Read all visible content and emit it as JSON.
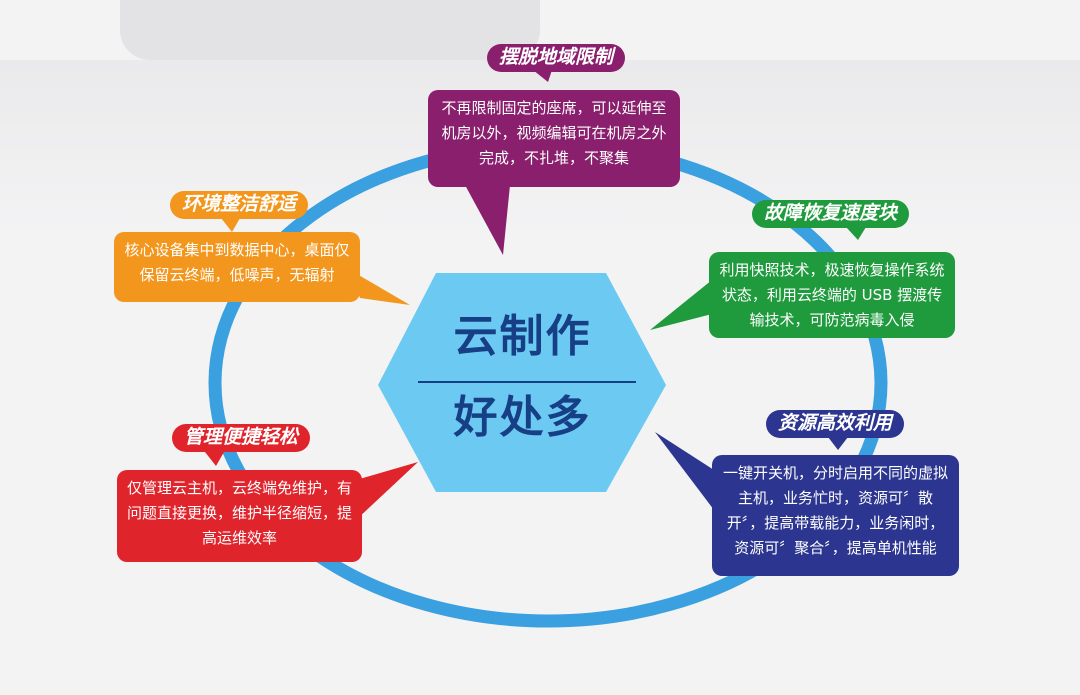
{
  "center": {
    "line1": "云制作",
    "line2": "好处多"
  },
  "colors": {
    "ring": "#3aa0e0",
    "hexagon": "#6ccaf2",
    "center_text": "#173f86",
    "purple": "#8a1f6d",
    "orange": "#f3961d",
    "green": "#1f9a3d",
    "red": "#e0242c",
    "navy": "#2c3590"
  },
  "items": {
    "top": {
      "title": "摆脱地域限制",
      "text": "不再限制固定的座席，可以延伸至机房以外，视频编辑可在机房之外完成，不扎堆，不聚集"
    },
    "left_top": {
      "title": "环境整洁舒适",
      "text": "核心设备集中到数据中心，桌面仅保留云终端，低噪声，无辐射"
    },
    "right_top": {
      "title": "故障恢复速度块",
      "text": "利用快照技术，极速恢复操作系统状态，利用云终端的 USB 摆渡传输技术，可防范病毒入侵"
    },
    "left_bottom": {
      "title": "管理便捷轻松",
      "text": "仅管理云主机，云终端免维护，有问题直接更换，维护半径缩短，提高运维效率"
    },
    "right_bottom": {
      "title": "资源高效利用",
      "text": "一键开关机，分时启用不同的虚拟主机，业务忙时，资源可〞散开〞，提高带载能力，业务闲时，资源可〞聚合〞，提高单机性能"
    }
  }
}
